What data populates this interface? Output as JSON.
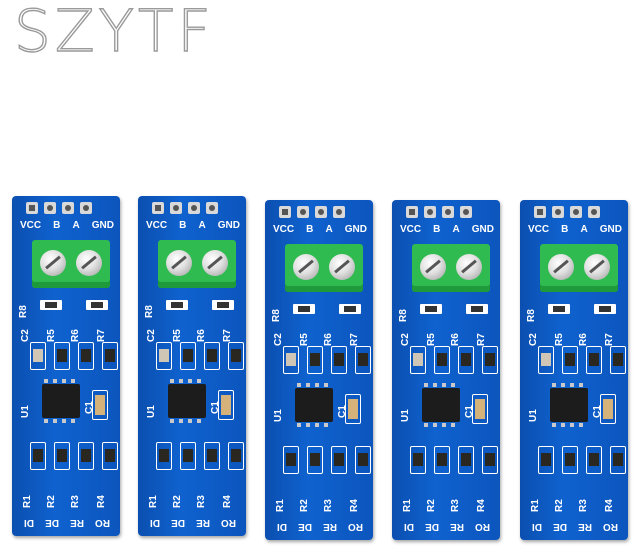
{
  "watermark": "SZYTF",
  "header_labels": [
    "VCC",
    "B",
    "A",
    "GND"
  ],
  "footer_labels": [
    "RO",
    "RE",
    "DE",
    "DI"
  ],
  "labels": {
    "r8": "R8",
    "c2": "C2",
    "r5": "R5",
    "r6": "R6",
    "r7": "R7",
    "u1": "U1",
    "c1": "C1",
    "r1": "R1",
    "r2": "R2",
    "r3": "R3",
    "r4": "R4"
  }
}
